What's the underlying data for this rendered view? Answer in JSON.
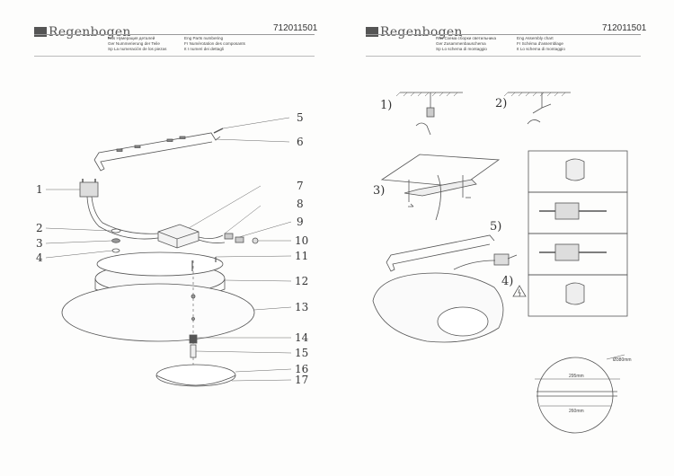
{
  "brand": "Regenbogen",
  "left": {
    "code": "712011501",
    "legend": [
      "Rus  Нумерация деталей",
      "Ger  Nummerierung der Teile",
      "Sp  La numeración de los piezas",
      "Eng  Parts numbering",
      "Fr  Numérotation des composants",
      "It  I numeri dei dettagli"
    ],
    "callouts": [
      "1",
      "2",
      "3",
      "4",
      "5",
      "6",
      "7",
      "8",
      "9",
      "10",
      "11",
      "12",
      "13",
      "14",
      "15",
      "16",
      "17"
    ]
  },
  "right": {
    "code": "712011501",
    "legend": [
      "Rus  Схема сборки светильника",
      "Ger  Zusammenbauschema",
      "Sp  Lo schema di montaggio",
      "Eng  Assembly chart",
      "Fr  Schéma d'assemblage",
      "It  Lo schema di montaggio"
    ],
    "steps": [
      "1)",
      "2)",
      "3)",
      "4)",
      "5)"
    ],
    "dimensions": {
      "diameter": "Ø380mm",
      "length_295": "295mm",
      "length_260": "260mm"
    }
  }
}
